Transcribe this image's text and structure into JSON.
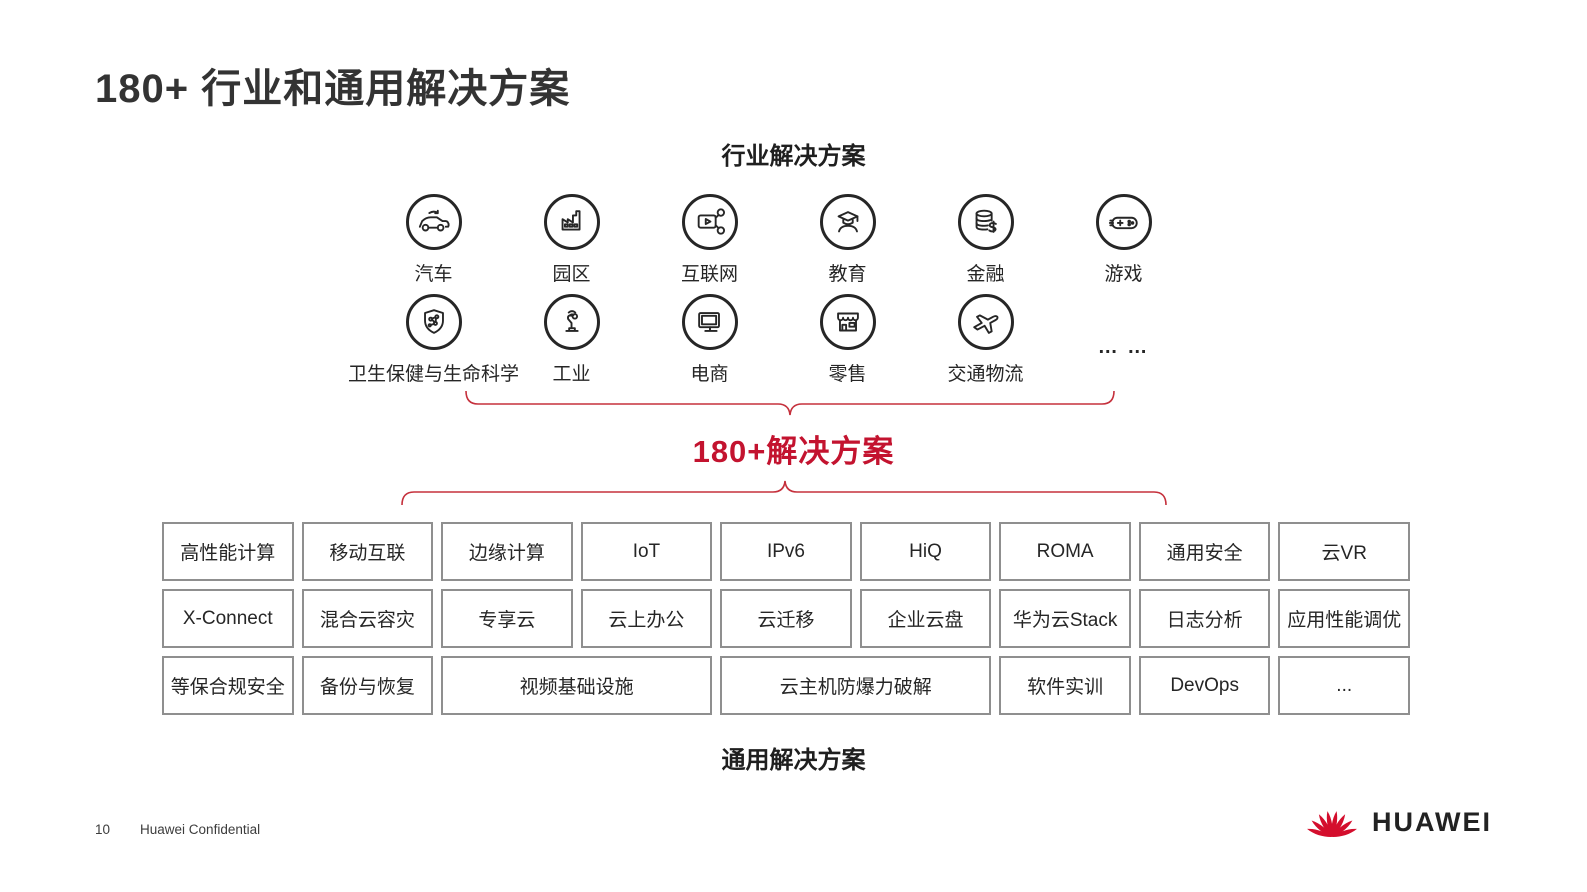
{
  "page": {
    "title": "180+ 行业和通用解决方案",
    "footer": {
      "page_number": "10",
      "confidential": "Huawei Confidential",
      "logo_text": "HUAWEI"
    }
  },
  "industry": {
    "heading": "行业解决方案",
    "row1": [
      {
        "icon": "car-icon",
        "label": "汽车"
      },
      {
        "icon": "campus-icon",
        "label": "园区"
      },
      {
        "icon": "internet-icon",
        "label": "互联网"
      },
      {
        "icon": "education-icon",
        "label": "教育"
      },
      {
        "icon": "finance-icon",
        "label": "金融"
      },
      {
        "icon": "game-icon",
        "label": "游戏"
      }
    ],
    "row2": [
      {
        "icon": "healthcare-icon",
        "label": "卫生保健与生命科学"
      },
      {
        "icon": "industry-icon",
        "label": "工业"
      },
      {
        "icon": "ecommerce-icon",
        "label": "电商"
      },
      {
        "icon": "retail-icon",
        "label": "零售"
      },
      {
        "icon": "logistics-icon",
        "label": "交通物流"
      }
    ],
    "ellipsis": "… …"
  },
  "middle": {
    "label": "180+解决方案"
  },
  "general": {
    "heading": "通用解决方案",
    "rows": [
      [
        {
          "label": "高性能计算",
          "span": 1
        },
        {
          "label": "移动互联",
          "span": 1
        },
        {
          "label": "边缘计算",
          "span": 1
        },
        {
          "label": "IoT",
          "span": 1
        },
        {
          "label": "IPv6",
          "span": 1
        },
        {
          "label": "HiQ",
          "span": 1
        },
        {
          "label": "ROMA",
          "span": 1
        },
        {
          "label": "通用安全",
          "span": 1
        },
        {
          "label": "云VR",
          "span": 1
        }
      ],
      [
        {
          "label": "X-Connect",
          "span": 1
        },
        {
          "label": "混合云容灾",
          "span": 1
        },
        {
          "label": "专享云",
          "span": 1
        },
        {
          "label": "云上办公",
          "span": 1
        },
        {
          "label": "云迁移",
          "span": 1
        },
        {
          "label": "企业云盘",
          "span": 1
        },
        {
          "label": "华为云Stack",
          "span": 1
        },
        {
          "label": "日志分析",
          "span": 1
        },
        {
          "label": "应用性能调优",
          "span": 1
        }
      ],
      [
        {
          "label": "等保合规安全",
          "span": 1
        },
        {
          "label": "备份与恢复",
          "span": 1
        },
        {
          "label": "视频基础设施",
          "span": 2
        },
        {
          "label": "云主机防爆力破解",
          "span": 2
        },
        {
          "label": "软件实训",
          "span": 1
        },
        {
          "label": "DevOps",
          "span": 1
        },
        {
          "label": "...",
          "span": 1
        }
      ]
    ]
  },
  "colors": {
    "accent_red": "#C3132F",
    "brace_red": "#C5303C",
    "logo_red": "#D40E2D",
    "cell_border_gray": "#8F8F8F"
  }
}
